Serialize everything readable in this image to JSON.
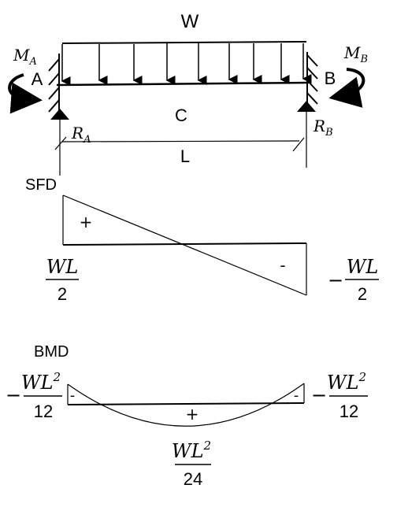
{
  "beam": {
    "load_label": "W",
    "end_a": "A",
    "end_b": "B",
    "mid_point": "C",
    "length_label": "L",
    "moment_a": {
      "symbol": "M",
      "subscript": "A"
    },
    "moment_b": {
      "symbol": "M",
      "subscript": "B"
    },
    "reaction_a": {
      "symbol": "R",
      "subscript": "A"
    },
    "reaction_b": {
      "symbol": "R",
      "subscript": "B"
    }
  },
  "sfd": {
    "title": "SFD",
    "positive_sign": "+",
    "negative_sign": "-",
    "left_value": {
      "numerator": "WL",
      "denominator": "2"
    },
    "right_value": {
      "sign": "−",
      "numerator": "WL",
      "denominator": "2"
    }
  },
  "bmd": {
    "title": "BMD",
    "positive_sign": "+",
    "left_sign": "-",
    "right_sign": "-",
    "left_value": {
      "sign": "−",
      "numerator": "WL",
      "power": "2",
      "denominator": "12"
    },
    "right_value": {
      "sign": "−",
      "numerator": "WL",
      "power": "2",
      "denominator": "12"
    },
    "mid_value": {
      "numerator": "WL",
      "power": "2",
      "denominator": "24"
    }
  }
}
